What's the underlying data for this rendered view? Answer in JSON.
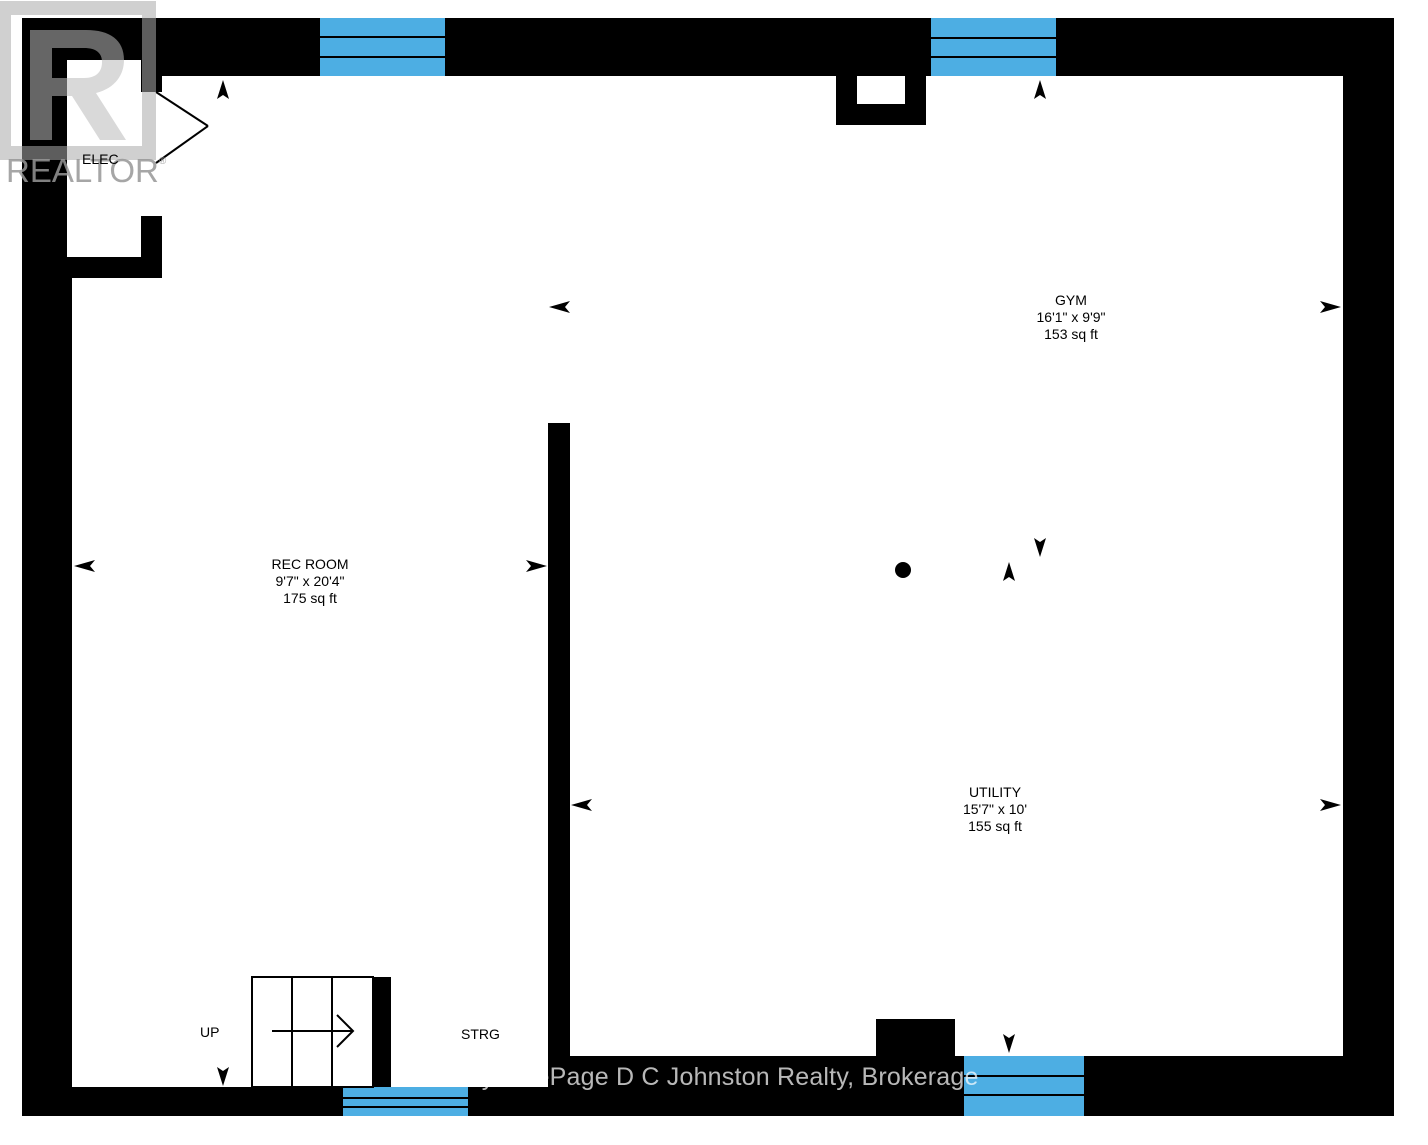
{
  "rooms": {
    "gym": {
      "name": "GYM",
      "dims": "16'1\" x 9'9\"",
      "area": "153 sq ft"
    },
    "rec_room": {
      "name": "REC ROOM",
      "dims": "9'7\" x 20'4\"",
      "area": "175 sq ft"
    },
    "utility": {
      "name": "UTILITY",
      "dims": "15'7\" x 10'",
      "area": "155 sq ft"
    }
  },
  "labels": {
    "elec": "ELEC",
    "up": "UP",
    "strg": "STRG"
  },
  "watermark": "Royal LePage D C Johnston Realty, Brokerage",
  "logo": {
    "text": "REALTOR",
    "mark": "®"
  },
  "colors": {
    "wall": "#000000",
    "window": "#4daee3",
    "floor": "#ffffff"
  }
}
